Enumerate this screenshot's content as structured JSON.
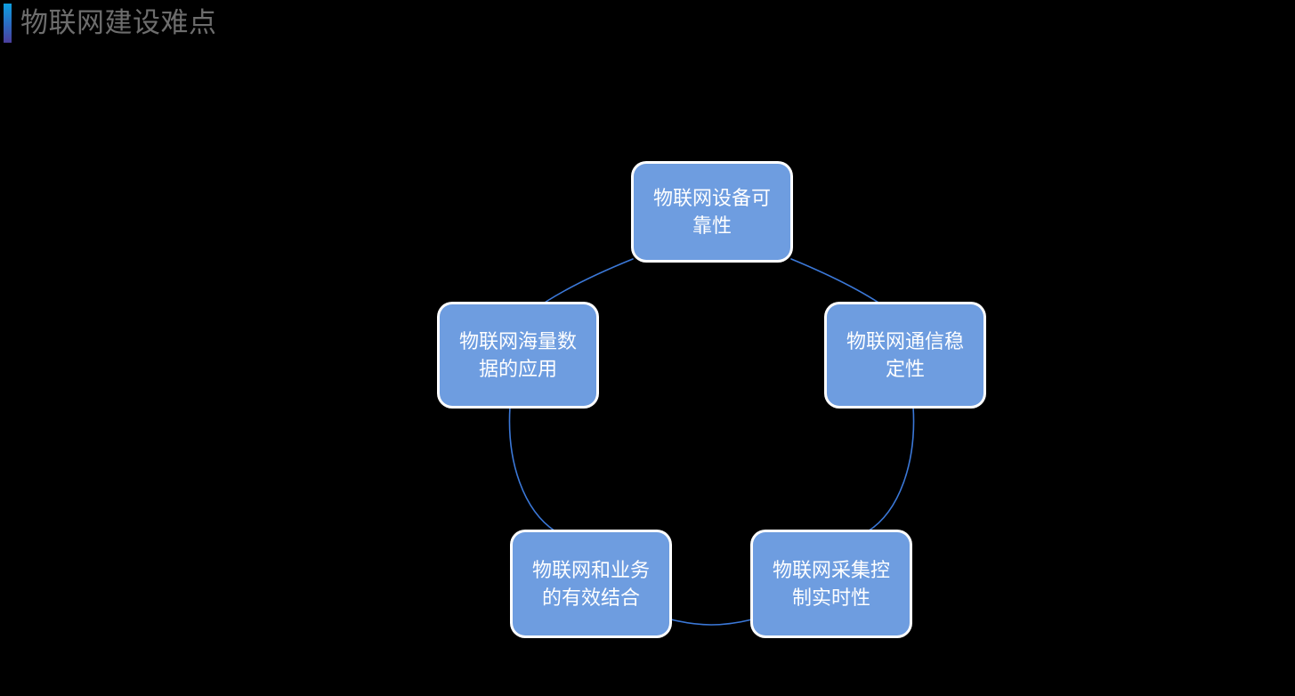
{
  "slide": {
    "title": "物联网建设难点",
    "title_color": "#6d6d6d",
    "background_color": "#000000",
    "accent_bar": {
      "name": "gradient-accent-bar",
      "gradient_from": "#0d9fe0",
      "gradient_mid": "#2a6ec4",
      "gradient_to": "#4b3f9e"
    }
  },
  "diagram": {
    "type": "cycle",
    "node_fill_color": "#6e9de0",
    "node_text_color": "#ffffff",
    "connector_color": "#3b78d8",
    "nodes": [
      {
        "id": "node-0",
        "label": "物联网设备可\n靠性",
        "position": "top"
      },
      {
        "id": "node-1",
        "label": "物联网通信稳\n定性",
        "position": "right"
      },
      {
        "id": "node-2",
        "label": "物联网采集控\n制实时性",
        "position": "bottom-right"
      },
      {
        "id": "node-3",
        "label": "物联网和业务\n的有效结合",
        "position": "bottom-left"
      },
      {
        "id": "node-4",
        "label": "物联网海量数\n据的应用",
        "position": "left"
      }
    ]
  }
}
